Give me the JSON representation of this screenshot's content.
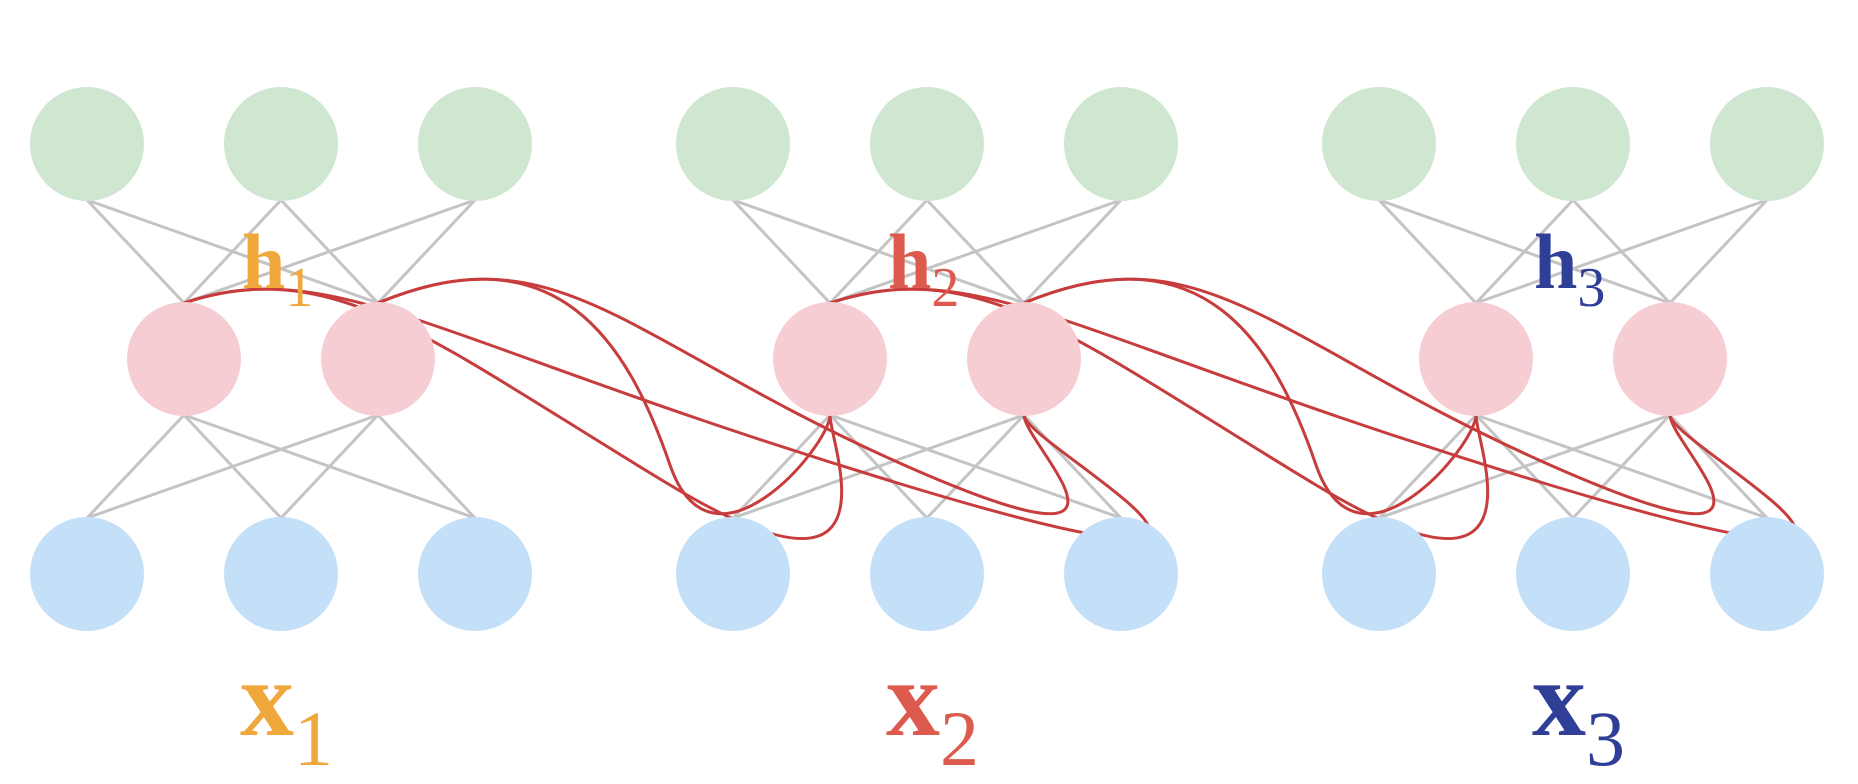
{
  "colors": {
    "output_node": "#cfe6d0",
    "hidden_node": "#f6cdd3",
    "input_node": "#c4dff8",
    "gray_edge": "#c4c4c4",
    "recurrent_edge": "#c73c3c",
    "label_1": "#f0a83c",
    "label_2": "#dd5a4e",
    "label_3": "#2f3f97"
  },
  "steps": [
    {
      "hidden_label": {
        "base": "h",
        "sub": "1",
        "color": "#f0a83c"
      },
      "input_label": {
        "base": "x",
        "sub": "1",
        "color": "#f0a83c"
      }
    },
    {
      "hidden_label": {
        "base": "h",
        "sub": "2",
        "color": "#dd5a4e"
      },
      "input_label": {
        "base": "x",
        "sub": "2",
        "color": "#dd5a4e"
      }
    },
    {
      "hidden_label": {
        "base": "h",
        "sub": "3",
        "color": "#2f3f97"
      },
      "input_label": {
        "base": "x",
        "sub": "3",
        "color": "#2f3f97"
      }
    }
  ]
}
